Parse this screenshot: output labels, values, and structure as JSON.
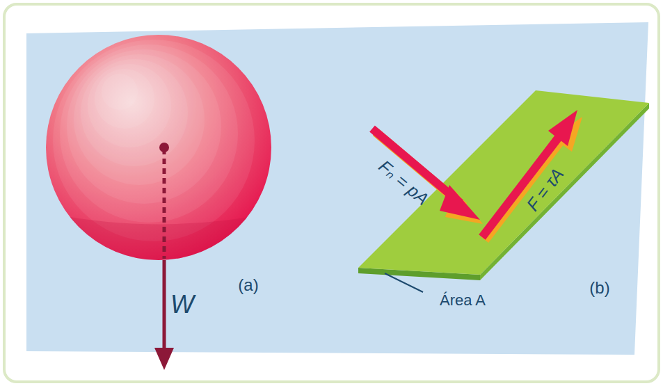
{
  "diagram": {
    "labels": [
      "W",
      "(a)",
      "Fₙ = pA",
      "F = τA",
      "Área A",
      "(b)"
    ]
  }
}
